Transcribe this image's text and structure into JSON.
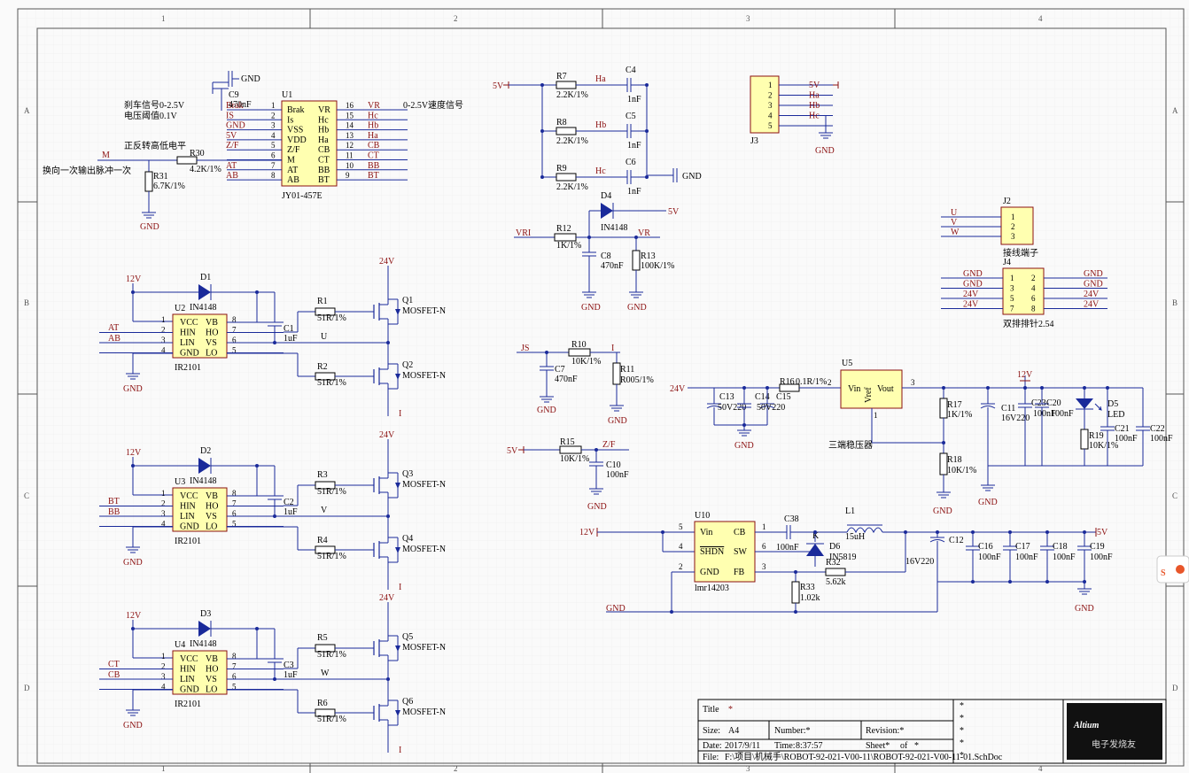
{
  "title_block": {
    "title_label": "Title",
    "title_star": "*",
    "size_label": "Size:",
    "size_value": "A4",
    "number_label": "Number:*",
    "revision_label": "Revision:*",
    "date_label": "Date:",
    "date_value": "2017/9/11",
    "time_label": "Time:",
    "time_value": "8:37:57",
    "sheet_label": "Sheet*",
    "sheet_of": "of",
    "sheet_star": "*",
    "file_label": "File:",
    "file_value": "F:\\项目\\机械手\\ROBOT-92-021-V00-11\\ROBOT-92-021-V00-11-01.SchDoc",
    "stars": [
      "*",
      "*",
      "*",
      "*",
      "*"
    ],
    "logo": "Altium",
    "watermark": "电子发烧友"
  },
  "zones": {
    "cols": [
      "1",
      "2",
      "3",
      "4"
    ],
    "rows": [
      "A",
      "B",
      "C",
      "D"
    ]
  },
  "notes": {
    "brake": "刹车信号0-2.5V",
    "voltage_threshold": "电压阈值0.1V",
    "forward_reverse": "正反转高低电平",
    "direction_pulse": "换向一次输出脉冲一次",
    "speed_signal": "0-2.5V速度信号",
    "connector_label": "接线端子",
    "header_label": "双排排针2.54",
    "regulator_label": "三端稳压器"
  },
  "u1": {
    "ref": "U1",
    "part": "JY01-457E",
    "left_pins": [
      "Brak",
      "Is",
      "VSS",
      "VDD",
      "Z/F",
      "M",
      "AT",
      "AB"
    ],
    "right_pins": [
      "VR",
      "Hc",
      "Hb",
      "Ha",
      "CB",
      "CT",
      "BB",
      "BT"
    ],
    "left_nums": [
      "1",
      "2",
      "3",
      "4",
      "5",
      "6",
      "7",
      "8"
    ],
    "right_nums": [
      "16",
      "15",
      "14",
      "13",
      "12",
      "11",
      "10",
      "9"
    ],
    "left_nets": [
      "Brak",
      "IS",
      "GND",
      "5V",
      "Z/F",
      "",
      "AT",
      "AB"
    ],
    "right_nets": [
      "VR",
      "Hc",
      "Hb",
      "Ha",
      "CB",
      "CT",
      "BB",
      "BT"
    ]
  },
  "drivers": [
    {
      "ref": "U2",
      "part": "IR2101",
      "diode": "D1",
      "diode_part": "IN4148",
      "cap": "C1",
      "cap_val": "1uF",
      "in1": "AT",
      "in2": "AB",
      "out": "U",
      "rh": "R1",
      "rl": "R2",
      "qh": "Q1",
      "ql": "Q2",
      "r_val": "51R/1%",
      "q_part": "MOSFET-N",
      "vcc": "12V",
      "vbus": "24V",
      "gnd": "GND",
      "isense": "I"
    },
    {
      "ref": "U3",
      "part": "IR2101",
      "diode": "D2",
      "diode_part": "IN4148",
      "cap": "C2",
      "cap_val": "1uF",
      "in1": "BT",
      "in2": "BB",
      "out": "V",
      "rh": "R3",
      "rl": "R4",
      "qh": "Q3",
      "ql": "Q4",
      "r_val": "51R/1%",
      "q_part": "MOSFET-N",
      "vcc": "12V",
      "vbus": "24V",
      "gnd": "GND",
      "isense": "I"
    },
    {
      "ref": "U4",
      "part": "IR2101",
      "diode": "D3",
      "diode_part": "IN4148",
      "cap": "C3",
      "cap_val": "1uF",
      "in1": "CT",
      "in2": "CB",
      "out": "W",
      "rh": "R5",
      "rl": "R6",
      "qh": "Q5",
      "ql": "Q6",
      "r_val": "51R/1%",
      "q_part": "MOSFET-N",
      "vcc": "12V",
      "vbus": "24V",
      "gnd": "GND",
      "isense": "I"
    }
  ],
  "ir_pins": {
    "left": [
      "VCC",
      "HIN",
      "LIN",
      "GND"
    ],
    "right": [
      "VB",
      "HO",
      "VS",
      "LO"
    ],
    "left_nums": [
      "1",
      "2",
      "3",
      "4"
    ],
    "right_nums": [
      "8",
      "7",
      "6",
      "5"
    ]
  },
  "hall": {
    "net_5v": "5V",
    "rows": [
      {
        "r": "R7",
        "rv": "2.2K/1%",
        "net": "Ha",
        "c": "C4",
        "cv": "1nF"
      },
      {
        "r": "R8",
        "rv": "2.2K/1%",
        "net": "Hb",
        "c": "C5",
        "cv": "1nF"
      },
      {
        "r": "R9",
        "rv": "2.2K/1%",
        "net": "Hc",
        "c": "C6",
        "cv": "1nF"
      }
    ],
    "gnd": "GND"
  },
  "misc": {
    "c9": "C9",
    "c9v": "470nF",
    "gnd": "GND",
    "r30": "R30",
    "r30v": "4.2K/1%",
    "m_net": "M",
    "r31": "R31",
    "r31v": "6.7K/1%",
    "d4": "D4",
    "d4p": "IN4148",
    "vr_in": "VRI",
    "vr_out": "VR",
    "v5": "5V",
    "r12": "R12",
    "r12v": "1K/1%",
    "c8": "C8",
    "c8v": "470nF",
    "r13": "R13",
    "r13v": "100K/1%",
    "js": "JS",
    "r10": "R10",
    "r10v": "10K/1%",
    "i": "I",
    "c7": "C7",
    "c7v": "470nF",
    "r11": "R11",
    "r11v": "R005/1%",
    "r15": "R15",
    "r15v": "10K/1%",
    "zf": "Z/F",
    "c10": "C10",
    "c10v": "100nF"
  },
  "j3": {
    "ref": "J3",
    "pins": [
      "1",
      "2",
      "3",
      "4",
      "5"
    ],
    "nets": [
      "5V",
      "Ha",
      "Hb",
      "Hc",
      ""
    ],
    "gnd": "GND"
  },
  "j2": {
    "ref": "J2",
    "pins": [
      "1",
      "2",
      "3"
    ],
    "nets": [
      "U",
      "V",
      "W"
    ]
  },
  "j4": {
    "ref": "J4",
    "left": [
      "1",
      "3",
      "5",
      "7"
    ],
    "right": [
      "2",
      "4",
      "6",
      "8"
    ],
    "lnets": [
      "GND",
      "GND",
      "24V",
      "24V"
    ],
    "rnets": [
      "GND",
      "GND",
      "24V",
      "24V"
    ]
  },
  "reg": {
    "ref": "U5",
    "vin": "Vin",
    "vref": "Vref",
    "vout": "Vout",
    "p1": "1",
    "p2": "2",
    "p3": "3",
    "v24": "24V",
    "c13": "C13",
    "c13v": "50V220",
    "c14": "C14",
    "c15": "C15",
    "c15v": "50V220",
    "r16": "R16",
    "r16v": "0.1R/1%",
    "r17": "R17",
    "r17v": "1K/1%",
    "r18": "R18",
    "r18v": "10K/1%",
    "c11": "C11",
    "c11v": "16V220",
    "c20": "C20",
    "c23": "C23",
    "c20v": "100nF",
    "v12": "12V",
    "d5": "D5",
    "d5p": "LED",
    "r19": "R19",
    "r19v": "10K/1%",
    "c21": "C21",
    "c21v": "100nF",
    "c22": "C22",
    "c22v": "100nF",
    "gnd": "GND"
  },
  "buck": {
    "ref": "U10",
    "part": "lmr14203",
    "vin": "Vin",
    "cb": "CB",
    "shdn": "SHDN",
    "sw": "SW",
    "gnd_pin": "GND",
    "fb": "FB",
    "p5": "5",
    "p4": "4",
    "p2": "2",
    "p1": "1",
    "p6": "6",
    "p3": "3",
    "v12": "12V",
    "v5": "5V",
    "gnd": "GND",
    "c38": "C38",
    "c38v": "100nF",
    "l1": "L1",
    "l1v": "15uH",
    "d6": "D6",
    "d6p": "IN5819",
    "k": "K",
    "r32": "R32",
    "r32v": "5.62k",
    "r33": "R33",
    "r33v": "1.02k",
    "c12": "C12",
    "c12v": "16V220",
    "c16": "C16",
    "c17": "C17",
    "c18": "C18",
    "c19": "C19",
    "cv": "100nF"
  }
}
